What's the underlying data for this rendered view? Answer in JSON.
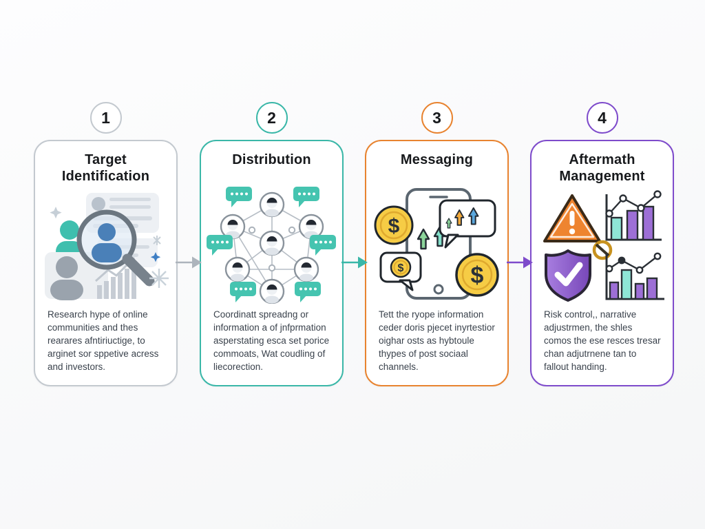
{
  "background": {
    "from": "#fdfdfe",
    "to": "#f5f6f7"
  },
  "steps": [
    {
      "number": "1",
      "title": "Target Identification",
      "description": "Research hype of online communities and thes rearares afntiriuctige, to arginet sor sppetive acress and investors.",
      "accent": "#c3c9cf",
      "icon": "magnifier-audience-illustration"
    },
    {
      "number": "2",
      "title": "Distribution",
      "description": "Coordinatt spreadng or information a of jnfprmation asperstating esca set porice commoats, Wat coudling of liecorection.",
      "accent": "#3ab7a8",
      "icon": "social-network-illustration"
    },
    {
      "number": "3",
      "title": "Messaging",
      "description": "Tett the ryope information ceder doris pjecet inyrtestior oighar osts as hybtoule thypes of post sociaal channels.",
      "accent": "#e8832f",
      "icon": "phone-money-illustration"
    },
    {
      "number": "4",
      "title": "Aftermath Management",
      "description": "Risk control,, narrative adjustrmen, the shles comos the ese resces tresar chan adjutrnene tan to fallout handing.",
      "accent": "#7e4bcb",
      "icon": "risk-management-illustration"
    }
  ],
  "arrows": [
    {
      "color": "#adb4bc"
    },
    {
      "color": "#3ab7a8"
    },
    {
      "color": "#7e4bcb"
    }
  ],
  "colors": {
    "teal": "#3ab7a8",
    "orange": "#e8832f",
    "purple": "#7e4bcb",
    "gold": "#f6cc45",
    "blue": "#4a80b8"
  }
}
